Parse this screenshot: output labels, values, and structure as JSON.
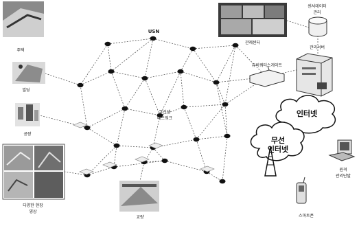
{
  "labels": {
    "usn": "USN",
    "mesh": "무선센\n네트워크",
    "gateway": "유비쿼터스게이트",
    "mgmt_server": "관리서버",
    "db": "센서데이터\n관리",
    "ctrl_center": "관제센터",
    "internet": "인터넷",
    "wireless_internet_1": "무선",
    "wireless_internet_2": "인터넷",
    "house": "주택",
    "building": "빌딩",
    "factory": "공장",
    "monitoring": "다양한 현장\n영상",
    "road": "교량",
    "user_terminal": "원격\n관리단말",
    "mobile": "스마트폰"
  },
  "colors": {
    "line": "#555555",
    "node": "#111111",
    "cloud_fill": "#ffffff"
  }
}
